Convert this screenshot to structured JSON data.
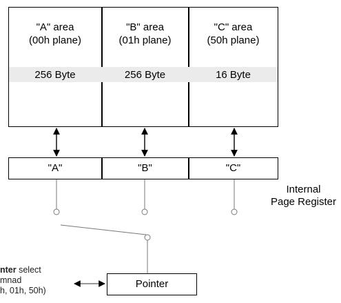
{
  "areas": [
    {
      "title_line1": "\"A\" area",
      "title_line2": "(00h plane)",
      "size": "256 Byte"
    },
    {
      "title_line1": "\"B\" area",
      "title_line2": "(01h plane)",
      "size": "256 Byte"
    },
    {
      "title_line1": "\"C\" area",
      "title_line2": "(50h plane)",
      "size": "16 Byte"
    }
  ],
  "register": {
    "cells": [
      "\"A\"",
      "\"B\"",
      "\"C\""
    ],
    "label_line1": "Internal",
    "label_line2": "Page Register"
  },
  "pointer": {
    "label": "Pointer",
    "note_line1_bold": "nter",
    "note_line1_rest": " select",
    "note_line2": "mnad",
    "note_line3": "h, 01h, 50h)"
  }
}
